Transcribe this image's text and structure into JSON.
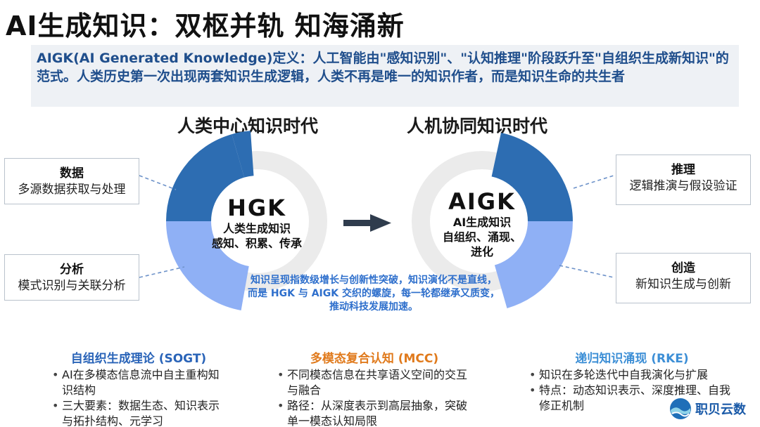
{
  "title": "AI生成知识：双枢并轨 知海涌新",
  "definition": "AIGK(AI Generated Knowledge)定义：人工智能由\"感知识别\"、\"认知推理\"阶段跃升至\"自组织生成新知识\"的范式。人类历史第一次出现两套知识生成逻辑，人类不再是唯一的知识作者，而是知识生命的共生者",
  "eras": {
    "left_title": "人类中心知识时代",
    "right_title": "人机协同知识时代"
  },
  "hgk": {
    "abbr": "HGK",
    "line1": "人类生成知识",
    "line2": "感知、积累、传承"
  },
  "aigk": {
    "abbr": "AIGK",
    "line1": "AI生成知识",
    "line2": "自组织、涌现、",
    "line3": "进化"
  },
  "side_boxes": {
    "data": {
      "title": "数据",
      "sub": "多源数据获取与处理"
    },
    "analysis": {
      "title": "分析",
      "sub": "模式识别与关联分析"
    },
    "reasoning": {
      "title": "推理",
      "sub": "逻辑推演与假设验证"
    },
    "creation": {
      "title": "创造",
      "sub": "新知识生成与创新"
    }
  },
  "mid_note": "知识呈现指数级增长与创新性突破，知识演化不是直线，而是 HGK 与 AIGK 交织的螺旋，每一轮都继承又质变，推动科技发展加速。",
  "columns": [
    {
      "heading": "自组织生成理论 (SOGT)",
      "color": "#2a64b8",
      "items": [
        "AI在多模态信息流中自主重构知识结构",
        "三大要素：数据生态、知识表示与拓扑结构、元学习"
      ]
    },
    {
      "heading": "多模态复合认知 (MCC)",
      "color": "#e07a1c",
      "items": [
        "不同模态信息在共享语义空间的交互与融合",
        "路径：从深度表示到高层抽象，突破单一模态认知局限"
      ]
    },
    {
      "heading": "递归知识涌现 (RKE)",
      "color": "#3d8fd6",
      "items": [
        "知识在多轮迭代中自我演化与扩展",
        "特点：动态知识表示、深度推理、自我修正机制"
      ]
    }
  ],
  "logo": {
    "text": "职贝云数",
    "icon": "wave-globe-icon"
  },
  "colors": {
    "dark_blue": "#2d6db2",
    "light_blue": "#8fb0f5",
    "ring_gray": "#ebebeb",
    "accent_text": "#1f4e8c"
  }
}
